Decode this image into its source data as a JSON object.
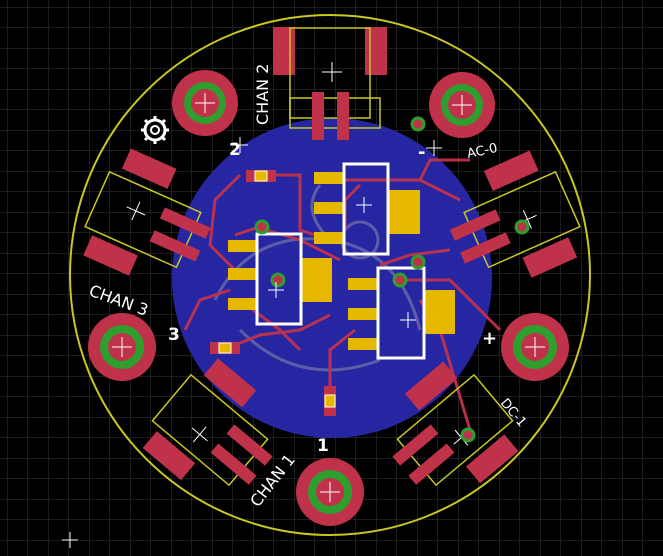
{
  "colors": {
    "background": "#000000",
    "grid": "#3a3a3a",
    "outline": "#c8c820",
    "copper_top": "#c0324a",
    "copper_pour": "#2a2ab4",
    "pad": "#e6b800",
    "drill_ring": "#2e9e2e",
    "silk": "#ffffff",
    "via": "#2e9e2e"
  },
  "labels": {
    "chan1": "CHAN 1",
    "chan2": "CHAN 2",
    "chan3": "CHAN 3",
    "ac0": "AC-0",
    "dc1": "DC-1",
    "n1": "1",
    "n2": "2",
    "n3": "3",
    "plus": "+",
    "minus": "-"
  },
  "icons": {
    "board_logo": "gear-icon",
    "crosshair": "origin-cross-icon"
  }
}
